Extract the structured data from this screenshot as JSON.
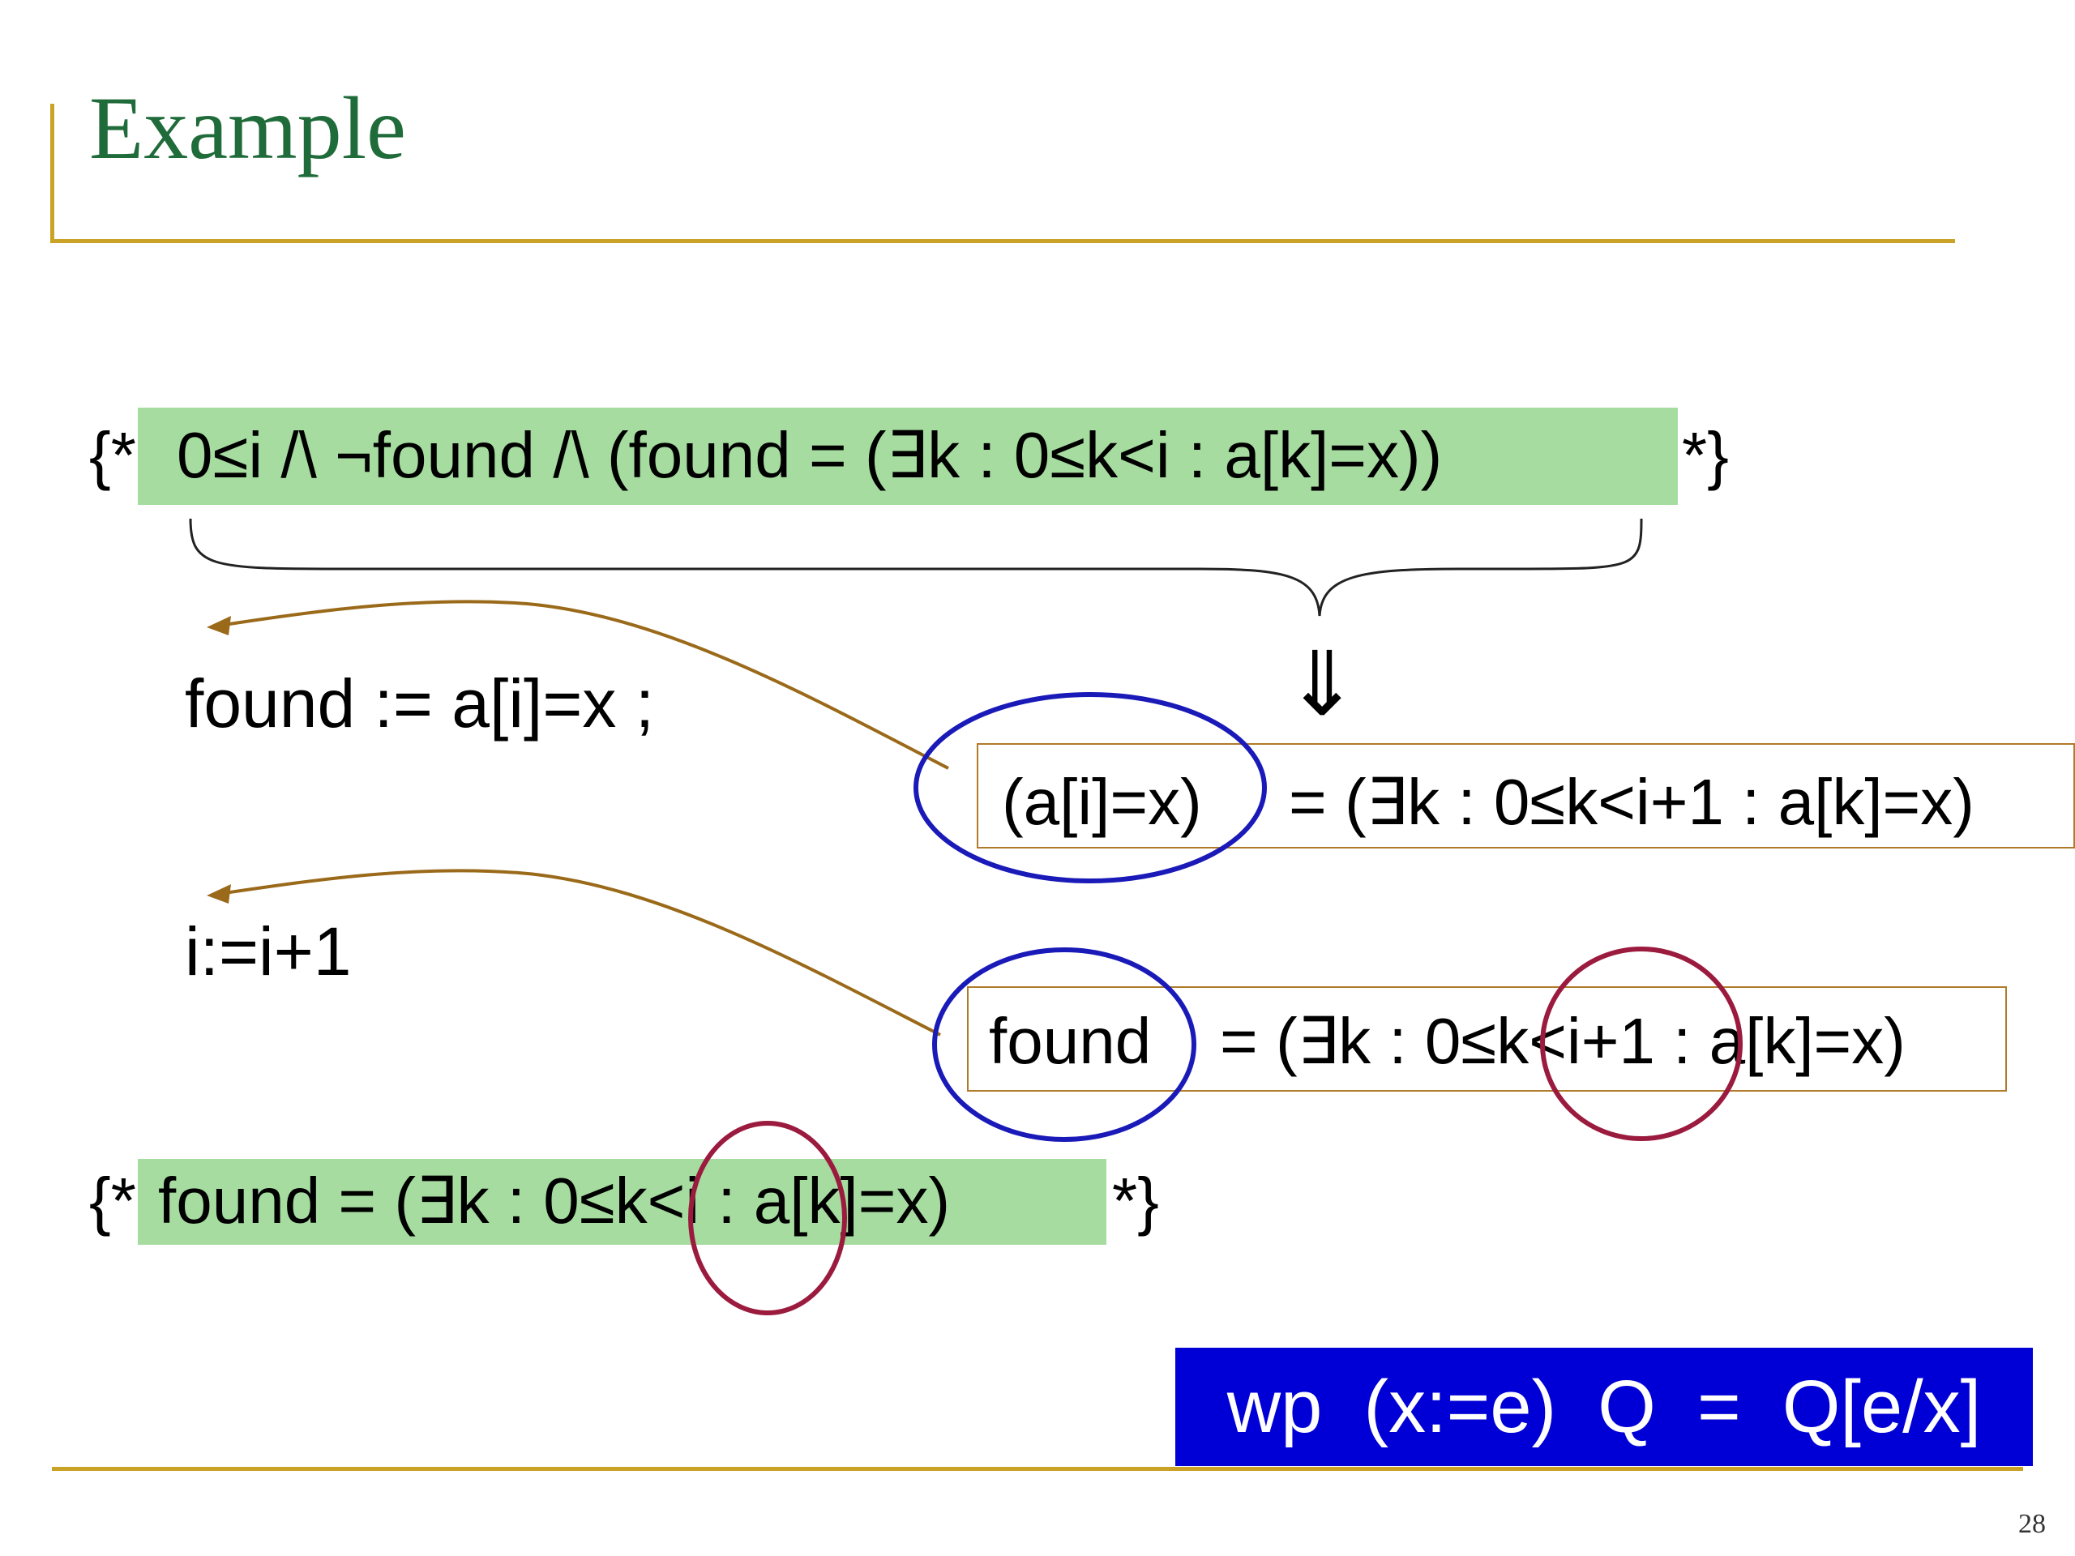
{
  "slide": {
    "title": "Example",
    "page_number": "28"
  },
  "precondition": {
    "open": "{*",
    "body": "0≤i  /\\ ¬found /\\  (found   =  (∃k : 0≤k<i :  a[k]=x))",
    "close": "*}"
  },
  "statements": {
    "assign_found": "found :=  a[i]=x ;",
    "increment_i": "i:=i+1"
  },
  "derivation": {
    "arrow_symbol": "⇓",
    "line1_lhs": "(a[i]=x)",
    "line1_rhs": "=  (∃k : 0≤k<i+1 :  a[k]=x)",
    "line2_lhs": "found",
    "line2_rhs": "=  (∃k : 0≤k<i+1 :  a[k]=x)"
  },
  "postcondition": {
    "open": "{*",
    "body": "found   =  (∃k : 0≤k<i :  a[k]=x)",
    "close": "*}"
  },
  "rule": {
    "text": "wp  (x:=e)  Q  =  Q[e/x]"
  },
  "colors": {
    "title": "#1f6b3a",
    "rule_line": "#c9a227",
    "highlight": "#a6dca0",
    "box_border": "#b07a2a",
    "arrow": "#9a6a1a",
    "blue_circle": "#1a1ab8",
    "red_circle": "#9b1b3f",
    "rule_box": "#0000d6"
  }
}
